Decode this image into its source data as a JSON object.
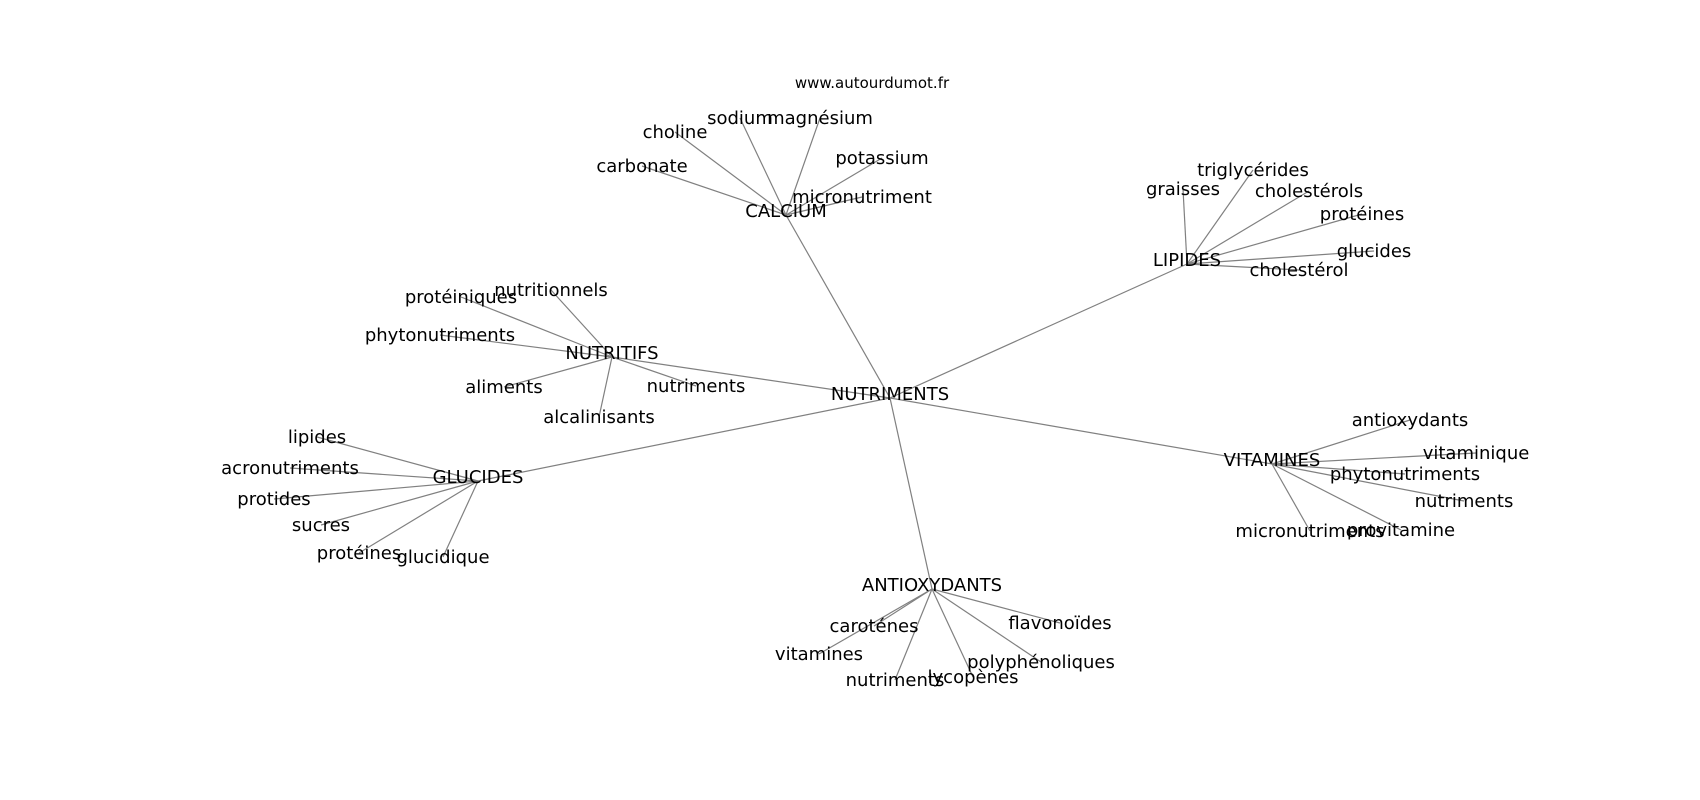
{
  "watermark": "www.autourdumot.fr",
  "root": "NUTRIMENTS",
  "groups": [
    {
      "label": "CALCIUM",
      "children": [
        "sodium",
        "magnésium",
        "choline",
        "potassium",
        "carbonate",
        "micronutriment"
      ]
    },
    {
      "label": "LIPIDES",
      "children": [
        "triglycérides",
        "graisses",
        "cholestérols",
        "protéines",
        "glucides",
        "cholestérol"
      ]
    },
    {
      "label": "NUTRITIFS",
      "children": [
        "nutritionnels",
        "protéiniques",
        "phytonutriments",
        "aliments",
        "nutriments",
        "alcalinisants"
      ]
    },
    {
      "label": "GLUCIDES",
      "children": [
        "lipides",
        "acronutriments",
        "protides",
        "sucres",
        "protéines",
        "glucidique"
      ]
    },
    {
      "label": "VITAMINES",
      "children": [
        "antioxydants",
        "vitaminique",
        "phytonutriments",
        "nutriments",
        "micronutriments",
        "provitamine"
      ]
    },
    {
      "label": "ANTIOXYDANTS",
      "children": [
        "flavonoïdes",
        "caroténes",
        "vitamines",
        "polyphénoliques",
        "nutriments",
        "lycopènes"
      ]
    }
  ]
}
